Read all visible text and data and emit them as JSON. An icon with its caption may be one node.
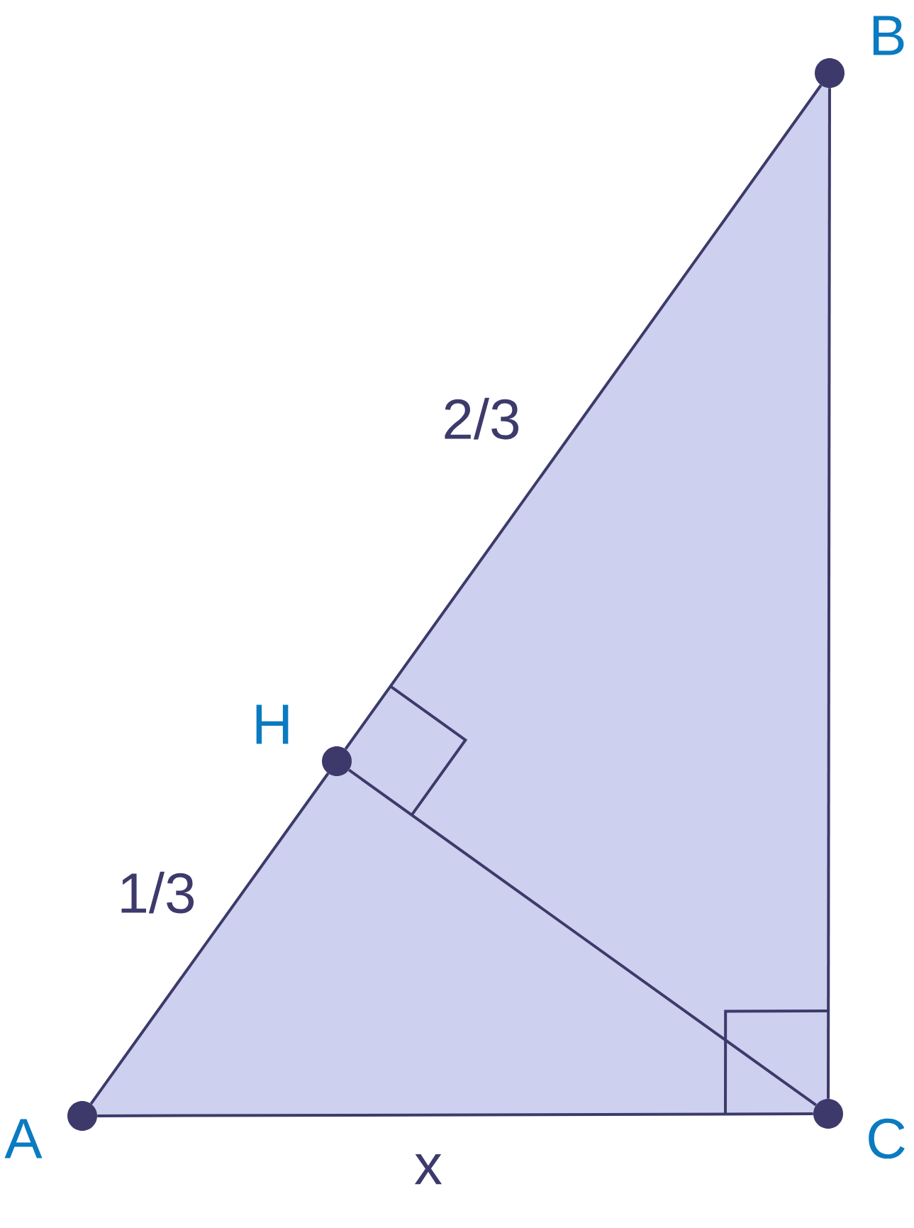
{
  "diagram": {
    "nodes": [
      {
        "text": [],
        "shape": "circle",
        "beside": [
          "A"
        ]
      },
      {
        "text": [],
        "shape": "circle",
        "beside": [
          "B"
        ]
      },
      {
        "text": [],
        "shape": "circle",
        "beside": [
          "C"
        ]
      },
      {
        "text": [],
        "shape": "circle",
        "beside": [
          "H"
        ]
      }
    ],
    "edges": [
      {
        "from": 0,
        "to": 3,
        "arrow": "none",
        "label": "1/3"
      },
      {
        "from": 3,
        "to": 1,
        "arrow": "none",
        "label": "2/3"
      },
      {
        "from": 1,
        "to": 2,
        "arrow": "none"
      },
      {
        "from": 0,
        "to": 2,
        "arrow": "none",
        "label": "x"
      },
      {
        "from": 3,
        "to": 2,
        "arrow": "none"
      }
    ]
  }
}
